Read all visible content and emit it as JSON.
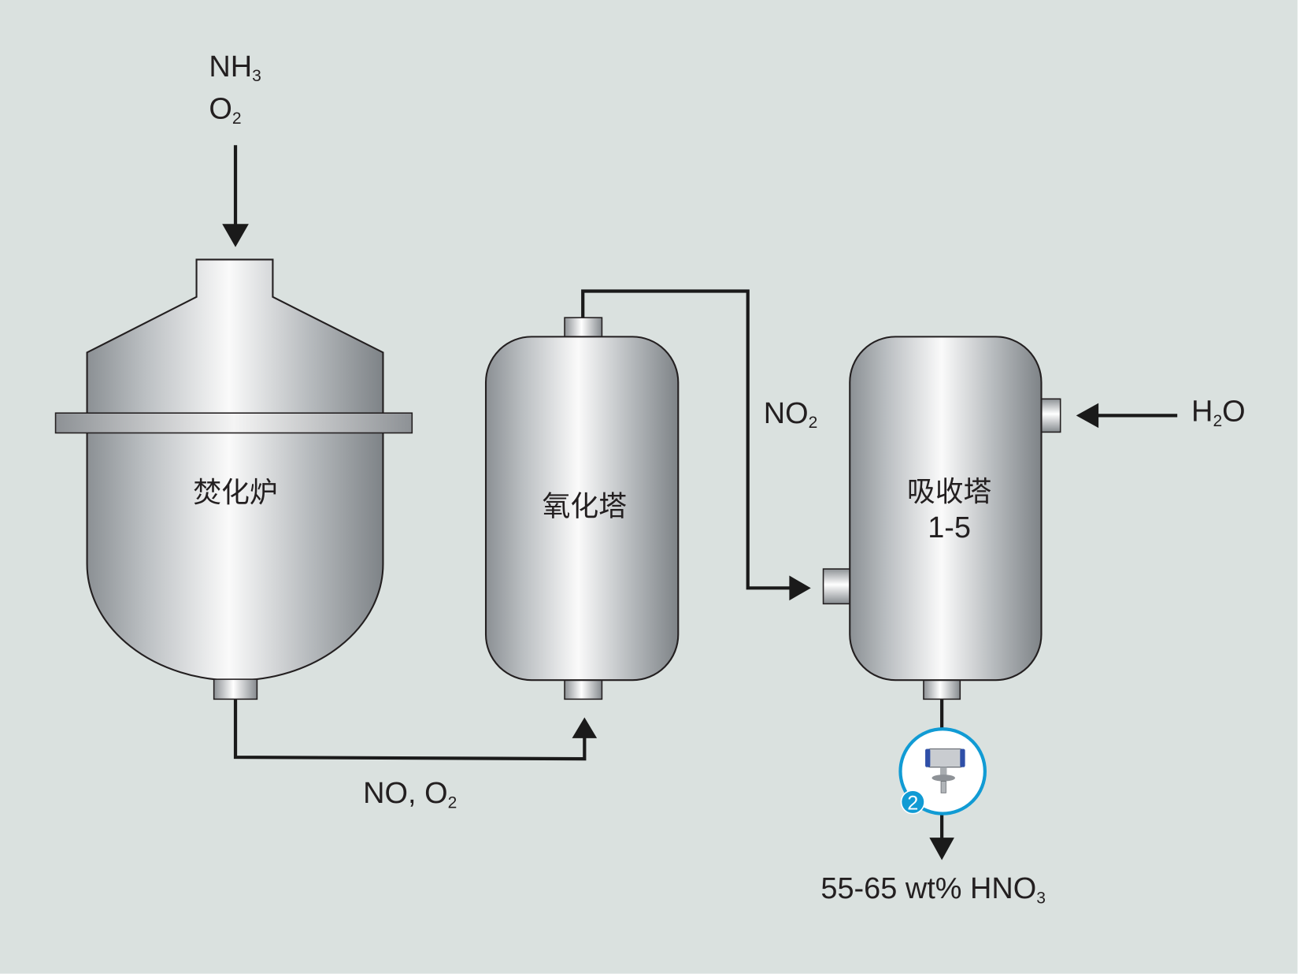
{
  "inputs": {
    "nh3": "NH",
    "nh3_sub": "3",
    "o2": "O",
    "o2_sub": "2"
  },
  "vessels": {
    "furnace": "焚化炉",
    "oxidation_tower": "氧化塔",
    "absorption_tower": "吸收塔",
    "absorption_tower_range": "1-5"
  },
  "streams": {
    "no_o2": "NO, O",
    "no_o2_sub": "2",
    "no2": "NO",
    "no2_sub": "2",
    "h2o_h": "H",
    "h2o_sub": "2",
    "h2o_o": "O",
    "product": "55-65 wt% HNO",
    "product_sub": "3"
  },
  "instrument": {
    "badge": "2",
    "icon": "level-transmitter-icon"
  },
  "colors": {
    "background": "#dae1df",
    "accent": "#119bd4",
    "line": "#1a1a1a"
  }
}
